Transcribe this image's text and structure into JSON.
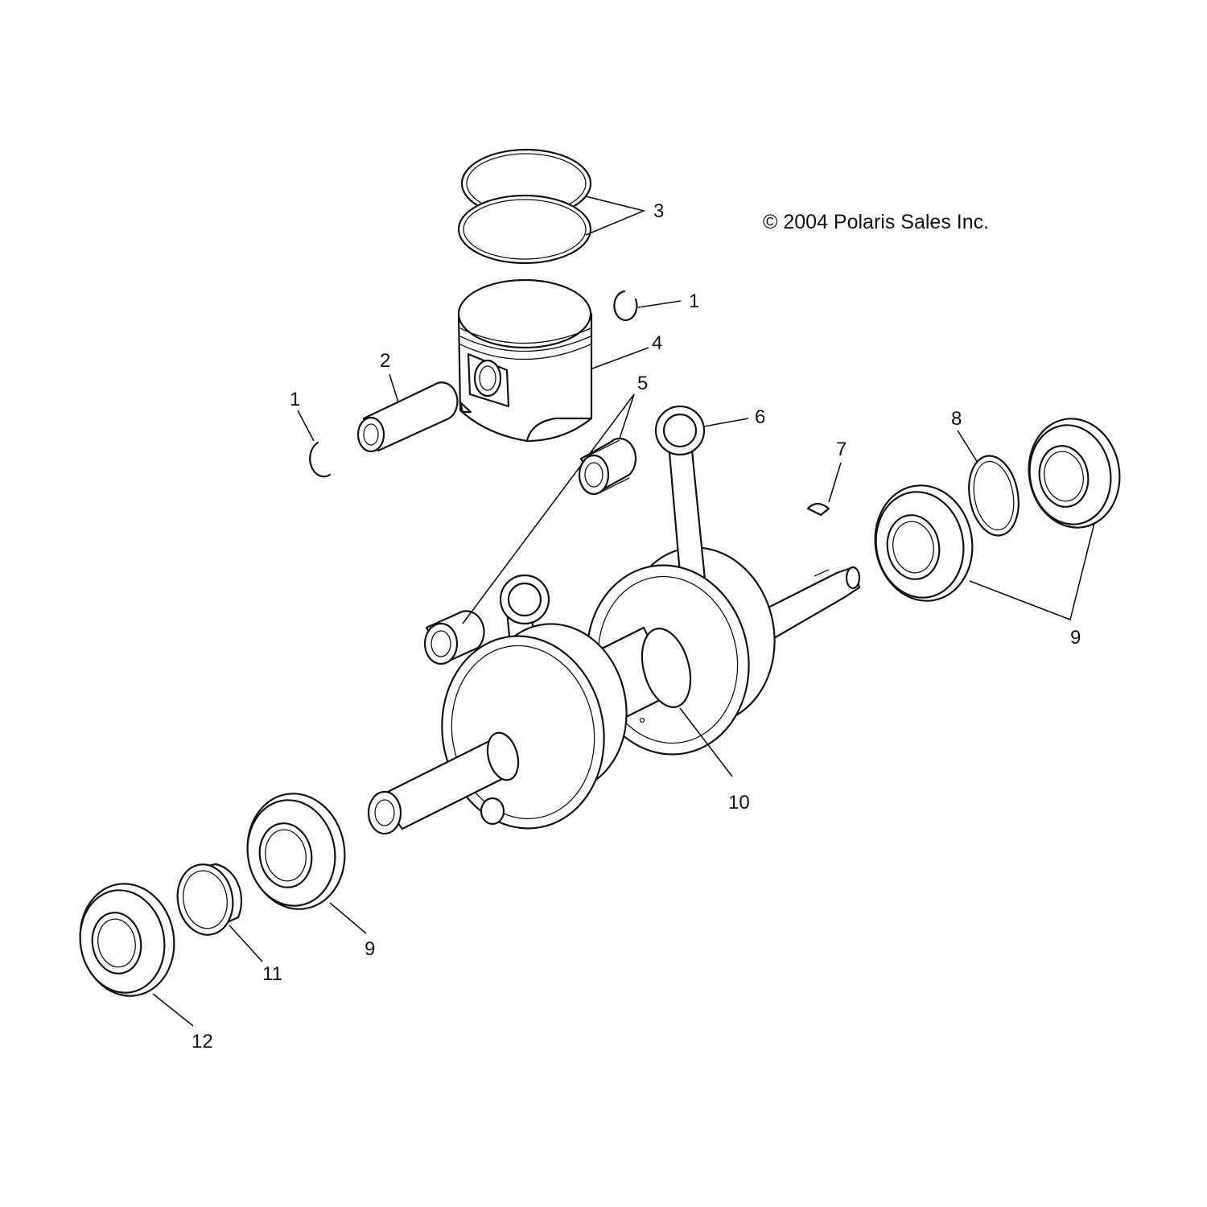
{
  "copyright": "© 2004 Polaris Sales Inc.",
  "callouts": {
    "c1a": "1",
    "c1b": "1",
    "c2": "2",
    "c3": "3",
    "c4": "4",
    "c5": "5",
    "c6": "6",
    "c7": "7",
    "c8": "8",
    "c9a": "9",
    "c9b": "9",
    "c10": "10",
    "c11": "11",
    "c12": "12"
  }
}
